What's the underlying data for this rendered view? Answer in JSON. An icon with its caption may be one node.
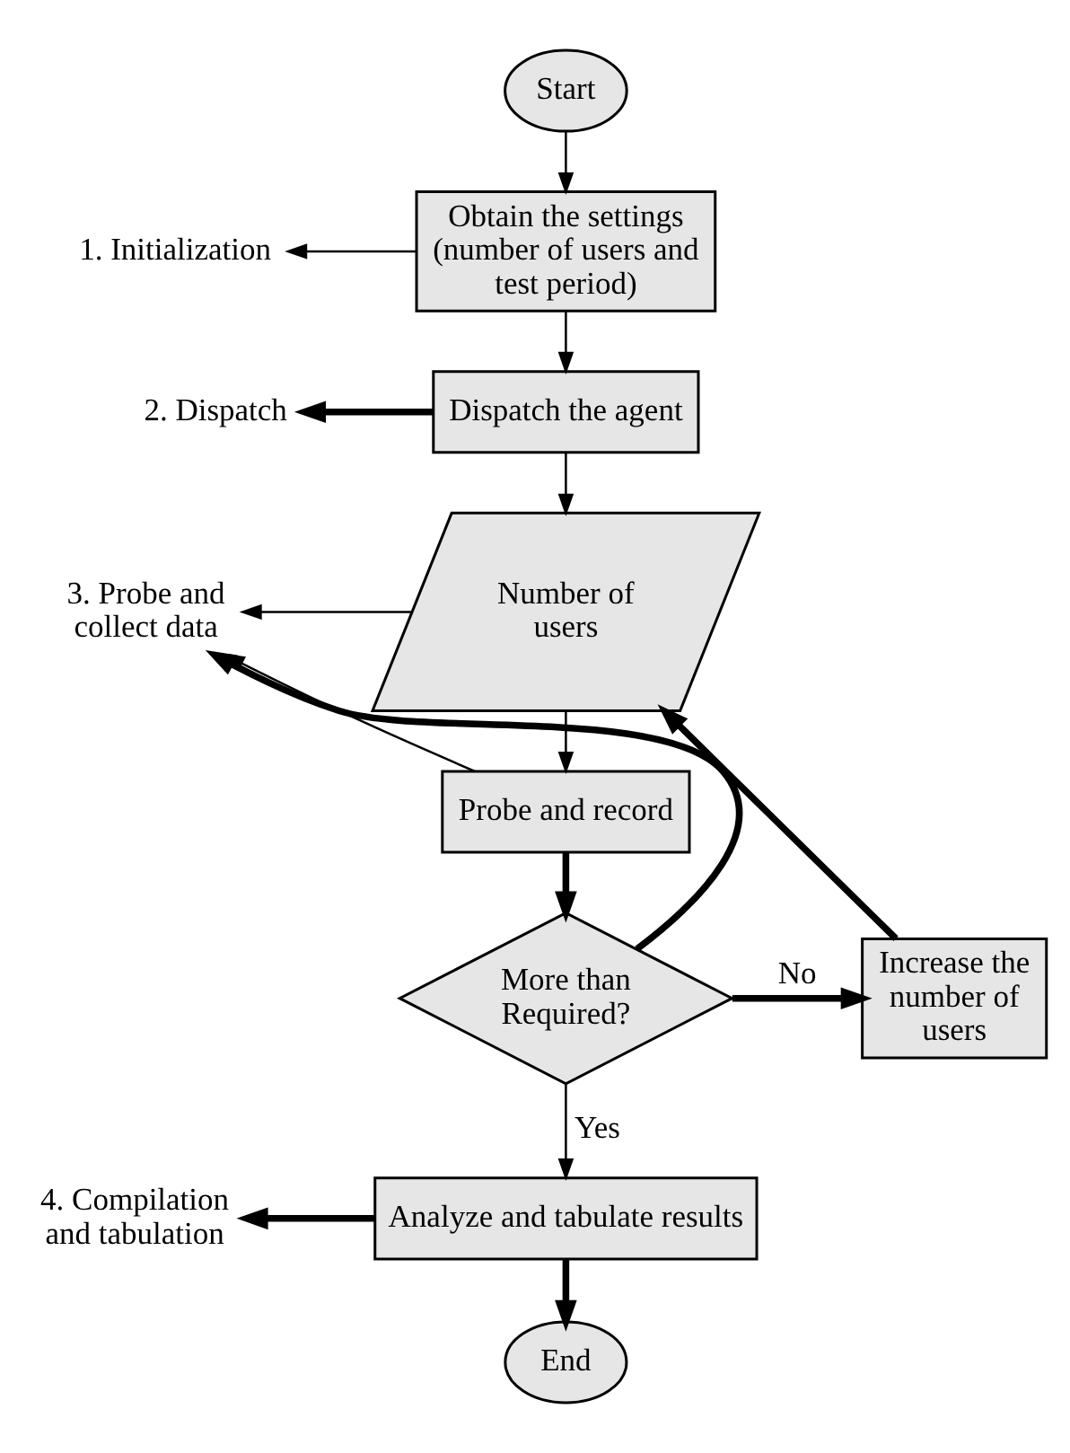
{
  "diagram": {
    "nodes": [
      {
        "text": [
          "Start"
        ]
      },
      {
        "text": [
          "Obtain the settings (number of users and test period)"
        ]
      },
      {
        "text": [
          "Dispatch the agent"
        ]
      },
      {
        "text": [
          "Number of users"
        ]
      },
      {
        "text": [
          "Probe and record"
        ]
      },
      {
        "text": [
          "More than Required?"
        ]
      },
      {
        "text": [
          "Increase the number of users"
        ]
      },
      {
        "text": [
          "Analyze and tabulate results"
        ]
      },
      {
        "text": [
          "End"
        ]
      },
      {
        "text": [
          "1. Initialization"
        ]
      },
      {
        "text": [
          "2. Dispatch"
        ]
      },
      {
        "text": [
          "3. Probe and collect data"
        ]
      },
      {
        "text": [
          "4. Compilation and tabulation"
        ]
      }
    ],
    "edges": [
      {
        "from": 0,
        "to": 1,
        "arrow": "to"
      },
      {
        "from": 1,
        "to": 2,
        "arrow": "to"
      },
      {
        "from": 2,
        "to": 3,
        "arrow": "to"
      },
      {
        "from": 3,
        "to": 4,
        "arrow": "to"
      },
      {
        "from": 4,
        "to": 5,
        "arrow": "to",
        "style": "thick"
      },
      {
        "from": 5,
        "to": 6,
        "arrow": "to",
        "label": "No",
        "style": "thick"
      },
      {
        "from": 6,
        "to": 3,
        "arrow": "to",
        "style": "thick"
      },
      {
        "from": 5,
        "to": 7,
        "arrow": "to",
        "label": "Yes"
      },
      {
        "from": 7,
        "to": 8,
        "arrow": "to",
        "style": "thick"
      },
      {
        "from": 1,
        "to": 9,
        "arrow": "to"
      },
      {
        "from": 2,
        "to": 10,
        "arrow": "to",
        "style": "thick"
      },
      {
        "from": 3,
        "to": 11,
        "arrow": "to"
      },
      {
        "from": 4,
        "to": 11,
        "arrow": "to"
      },
      {
        "from": 5,
        "to": 11,
        "arrow": "to",
        "style": "thick"
      },
      {
        "from": 7,
        "to": 12,
        "arrow": "to",
        "style": "thick"
      }
    ]
  }
}
